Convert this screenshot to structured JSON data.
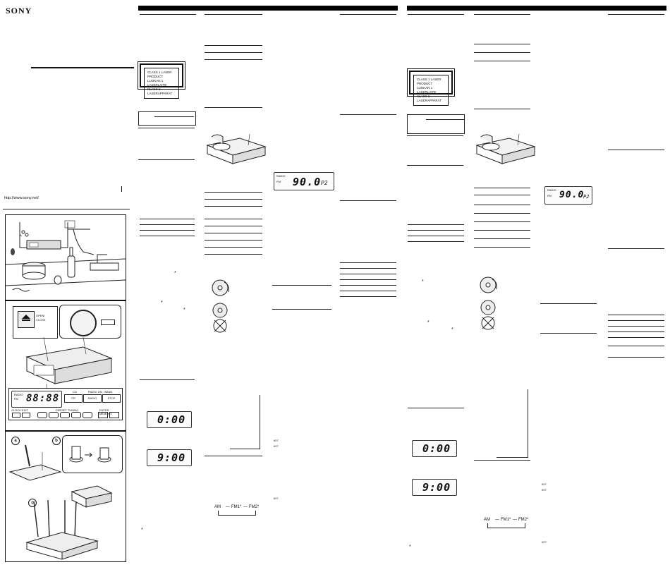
{
  "brand": "SONY",
  "url": "http://www.sony.net/",
  "laser_label": {
    "line1": "CLASS 1 LASER PRODUCT",
    "line2": "LUOKAN 1 LASERLAITE",
    "line3": "KLASS 1 LASERAPPARAT"
  },
  "display_panel": {
    "radio": "RADIO",
    "fm": "FM",
    "digits": "88:88",
    "cd": "CD",
    "radio_on_band": "RADIO ON · BAND",
    "cd_button": "CD",
    "radio_button": "RADIO",
    "stop_button": "STOP",
    "clock": "CLOCK",
    "exit": "EXIT",
    "preset_tuning": "PRESET TUNING",
    "enter_memory": "ENTER · MEMORY"
  },
  "eject": {
    "label_line1": "OPEN/",
    "label_line2": "CLOSE"
  },
  "fig_labels": {
    "a": "a",
    "b": "b",
    "c": "c"
  },
  "lcd_clock": {
    "digits": "0:00"
  },
  "lcd_clock_set": {
    "digits": "9:00"
  },
  "lcd_radio": {
    "radio": "RADIO",
    "fm": "FM",
    "freq": "90.0",
    "preset": "P2"
  },
  "band_cycle": {
    "am": "AM",
    "fm1": "FM1*",
    "fm2": "FM2*"
  },
  "footnote_star": "*",
  "ref_notes": [
    "ñ07",
    "ñ07"
  ]
}
